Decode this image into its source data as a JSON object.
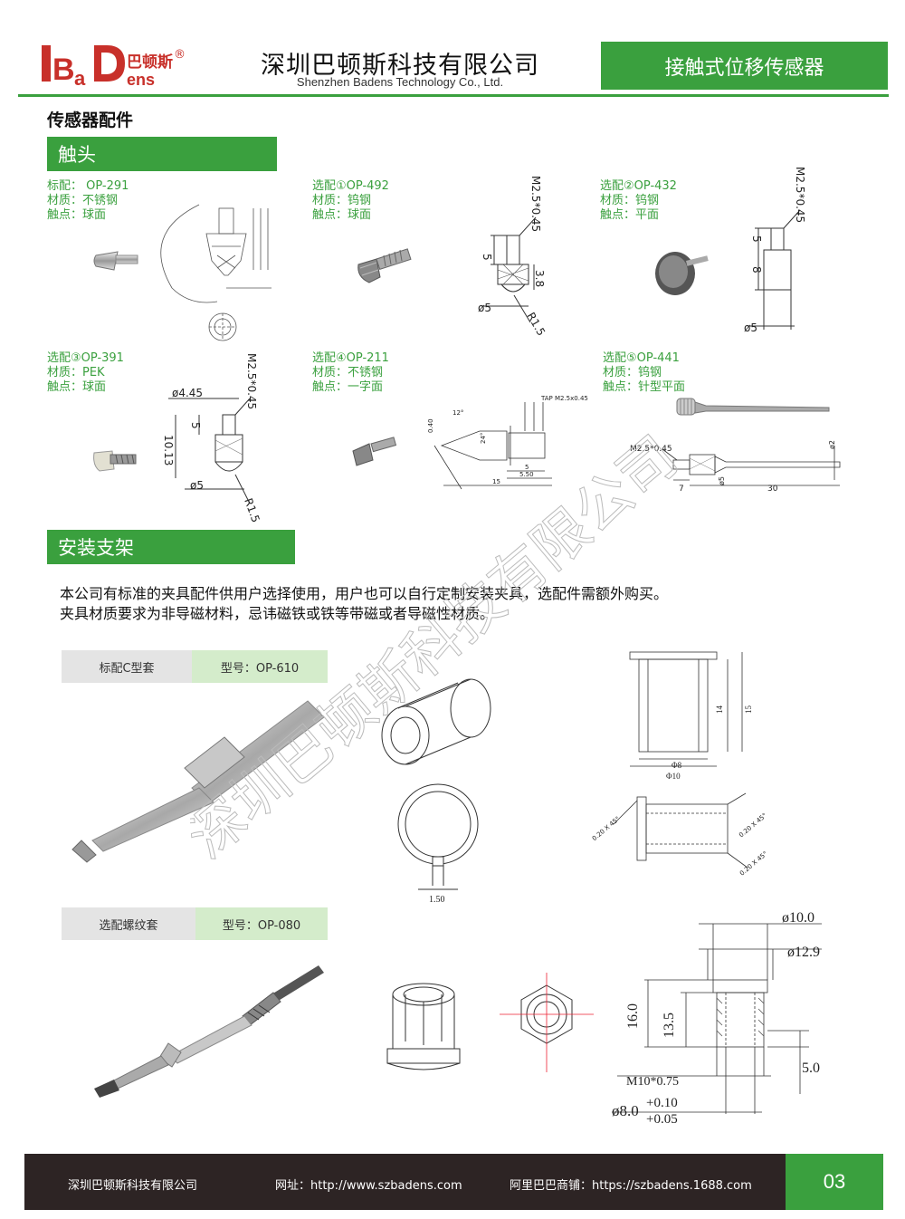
{
  "header": {
    "logo_text": "BaDens",
    "logo_cn": "巴顿斯",
    "registered": "®",
    "company_cn": "深圳巴顿斯科技有限公司",
    "company_en": "Shenzhen Badens Technology Co., Ltd.",
    "product_category": "接触式位移传感器"
  },
  "section_title": "传感器配件",
  "probe_section": {
    "title": "触头",
    "items": [
      {
        "line1": "标配： OP-291",
        "line2": "材质：不锈钢",
        "line3": "触点：球面"
      },
      {
        "line1": "选配①OP-492",
        "line2": "材质：钨钢",
        "line3": "触点：球面"
      },
      {
        "line1": "选配②OP-432",
        "line2": "材质：钨钢",
        "line3": "触点：平面"
      },
      {
        "line1": "选配③OP-391",
        "line2": "材质：PEK",
        "line3": "触点：球面"
      },
      {
        "line1": "选配④OP-211",
        "line2": "材质：不锈钢",
        "line3": "触点：一字面"
      },
      {
        "line1": "选配⑤OP-441",
        "line2": "材质：钨钢",
        "line3": "触点：针型平面"
      }
    ],
    "dims": {
      "op492": {
        "thread": "M2.5*0.45",
        "h5": "5",
        "h38": "3.8",
        "dia": "ø5",
        "r": "R1.5"
      },
      "op432": {
        "thread": "M2.5*0.45",
        "h5": "5",
        "h8": "8",
        "dia": "ø5"
      },
      "op391": {
        "thread": "M2.5*0.45",
        "d445": "ø4.45",
        "h5": "5",
        "h1013": "10.13",
        "dia": "ø5",
        "r": "R1.5"
      },
      "op211": {
        "tap": "TAP M2.5x0.45",
        "a": "0.40",
        "b": "12°",
        "c": "24°",
        "d5": "5",
        "d550": "5.50",
        "d15": "15"
      },
      "op441": {
        "thread": "M2.5*0.45",
        "d2": "ø2",
        "d5": "ø5",
        "d7": "7",
        "d30": "30"
      }
    }
  },
  "mount_section": {
    "title": "安装支架",
    "intro_line1": "本公司有标准的夹具配件供用户选择使用，用户也可以自行定制安装夹具，选配件需额外购买。",
    "intro_line2": "夹具材质要求为非导磁材料，忌讳磁铁或铁等带磁或者导磁性材质。",
    "c_sleeve": {
      "name": "标配C型套",
      "model": "型号：OP-610",
      "d8": "Φ8",
      "d10": "Φ10",
      "h14": "14",
      "h15": "15",
      "gap": "1.50",
      "chamfer": "0.20 X 45°"
    },
    "thread_sleeve": {
      "name": "选配螺纹套",
      "model": "型号：OP-080",
      "d100": "ø10.0",
      "d129": "ø12.9",
      "h160": "16.0",
      "h135": "13.5",
      "h50": "5.0",
      "thread": "M10*0.75",
      "tol_base": "ø8.0",
      "tol_plus": "+0.10",
      "tol_minus": "+0.05"
    }
  },
  "watermark": "深圳巴顿斯科技有限公司",
  "footer": {
    "company": "深圳巴顿斯科技有限公司",
    "website": "网址：http://www.szbadens.com",
    "shop": "阿里巴巴商铺：https://szbadens.1688.com",
    "page": "03"
  },
  "colors": {
    "accent": "#3aa03e",
    "footer_bg": "#2d2424",
    "logo_red": "#c8302a"
  }
}
